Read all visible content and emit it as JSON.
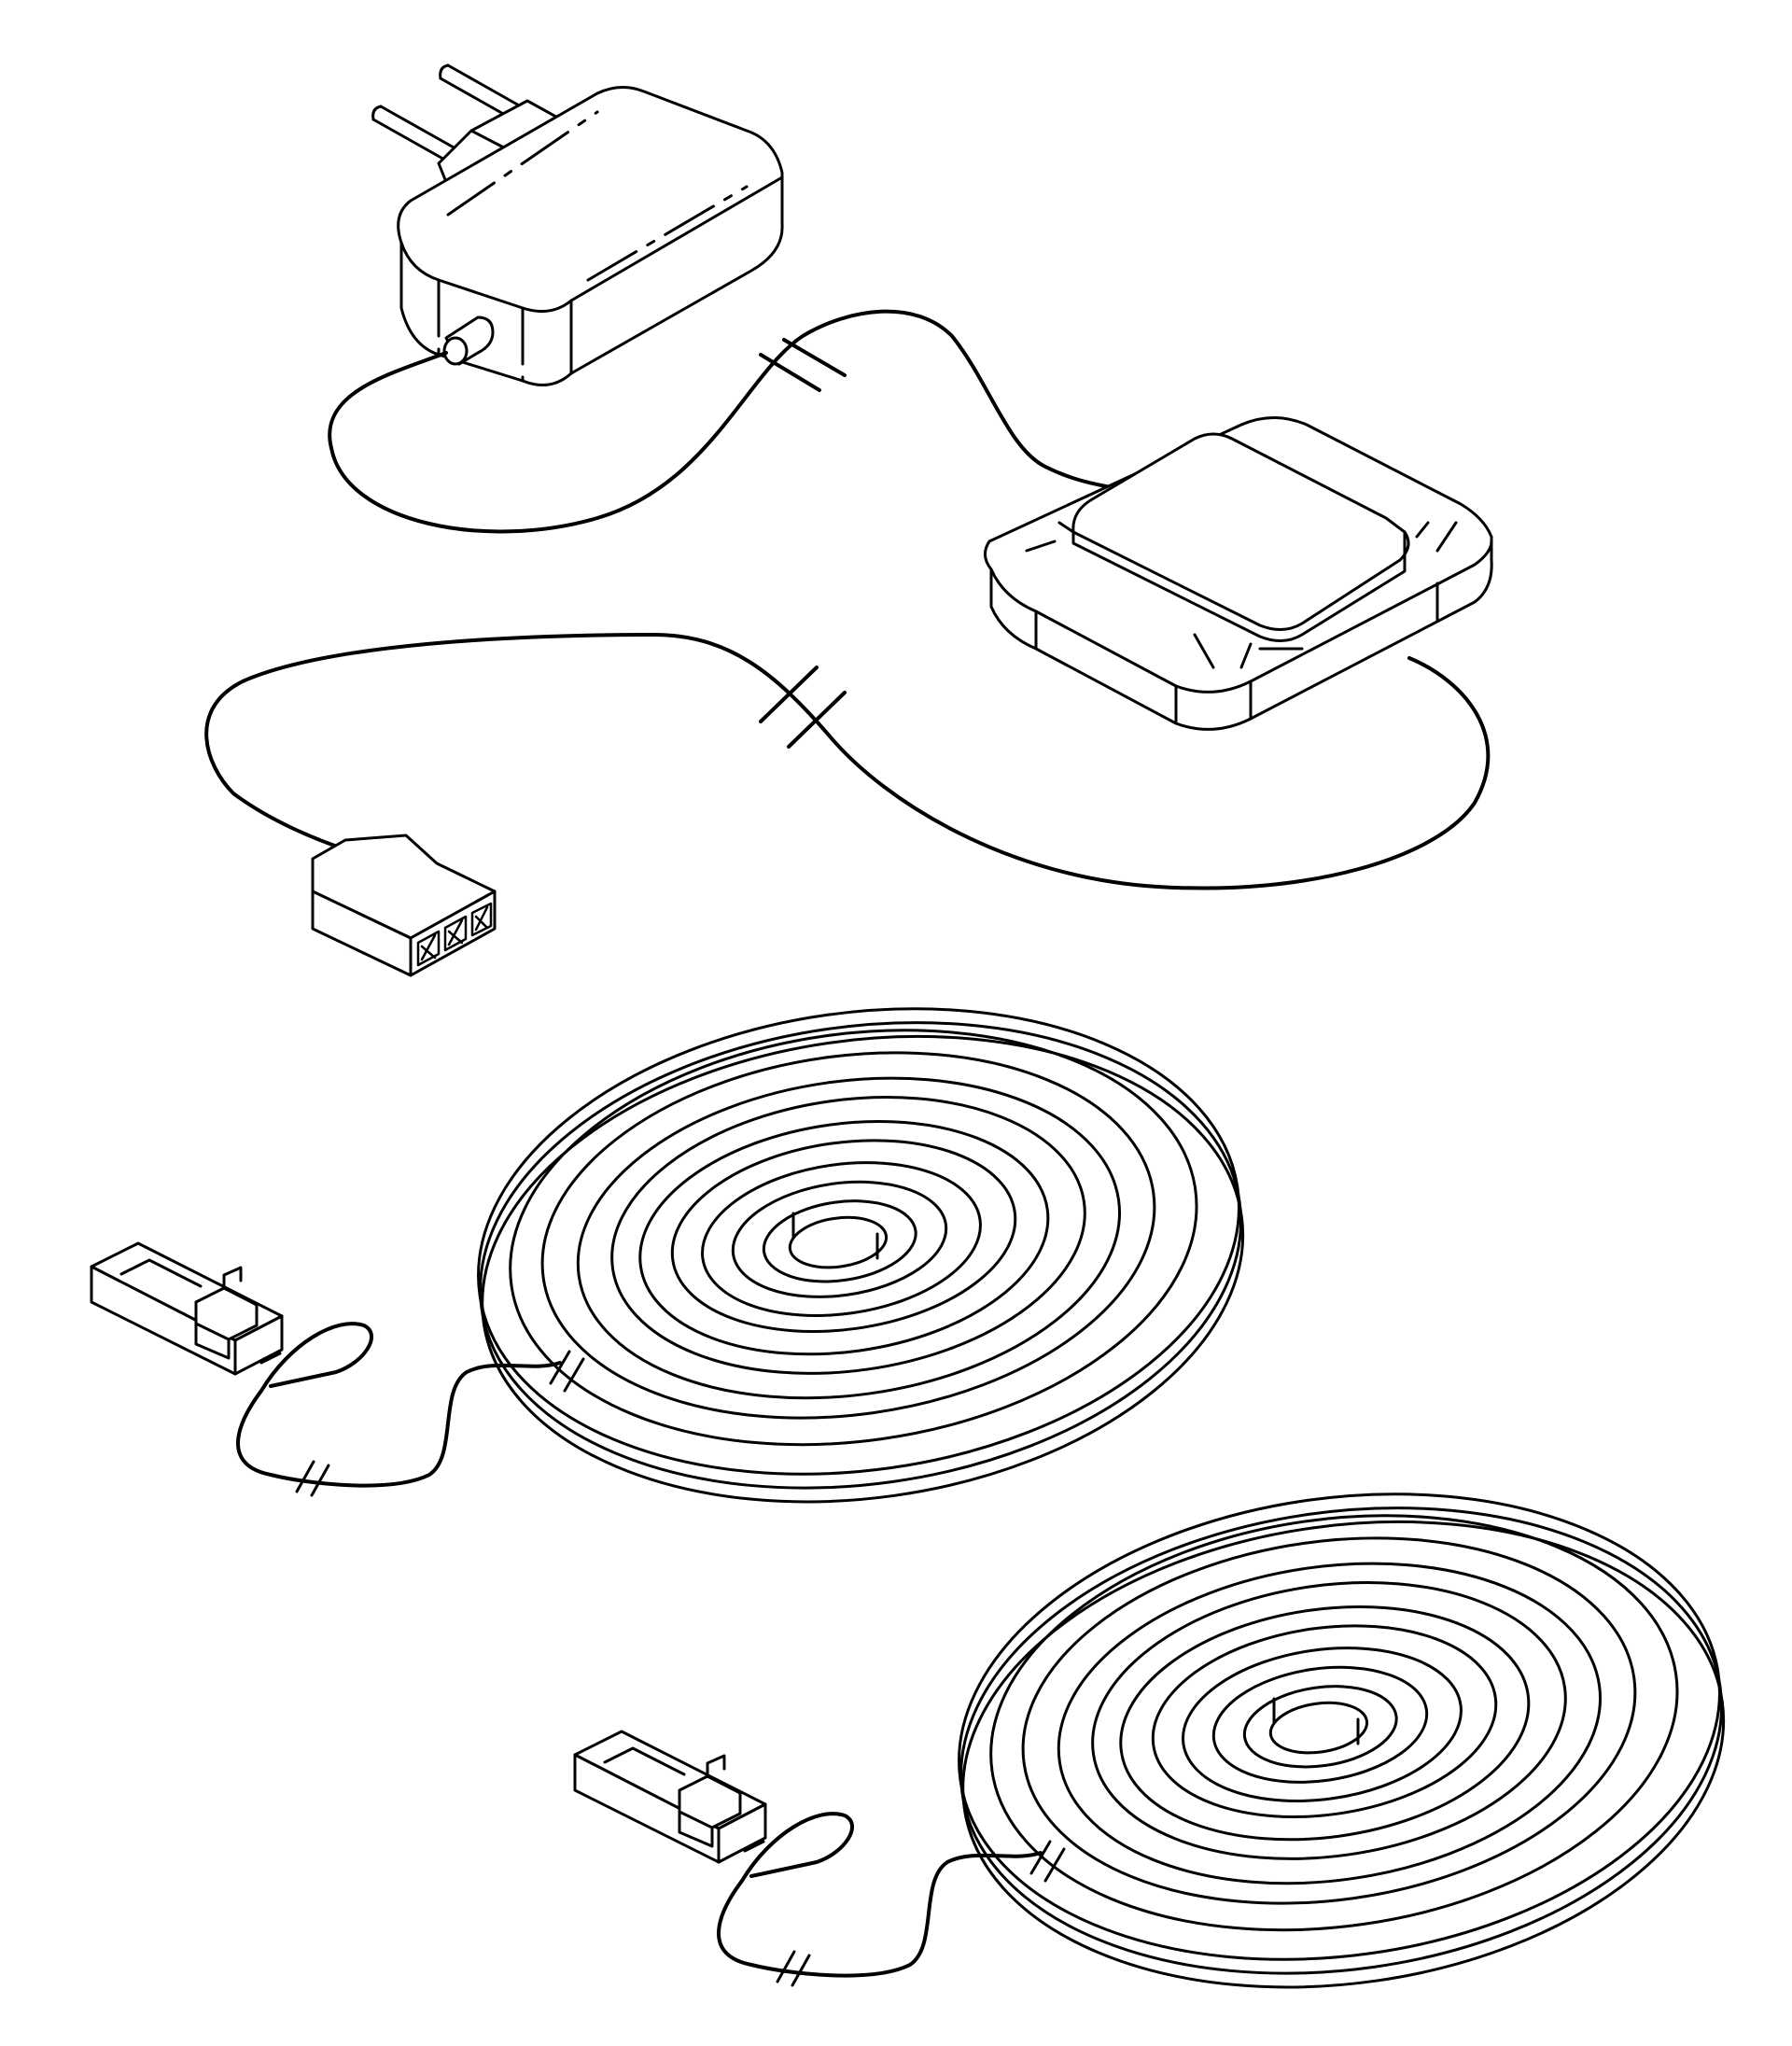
{
  "diagram": {
    "colors": {
      "background": "#ffffff",
      "line": "#000000"
    },
    "components": [
      {
        "id": "power-adapter",
        "icon": "power-plug-icon"
      },
      {
        "id": "control-switch",
        "icon": "square-button-icon"
      },
      {
        "id": "distributor-connector",
        "icon": "three-port-connector-icon"
      },
      {
        "id": "led-strip-roll-1",
        "icon": "coiled-strip-icon"
      },
      {
        "id": "led-strip-roll-2",
        "icon": "coiled-strip-icon"
      }
    ]
  }
}
